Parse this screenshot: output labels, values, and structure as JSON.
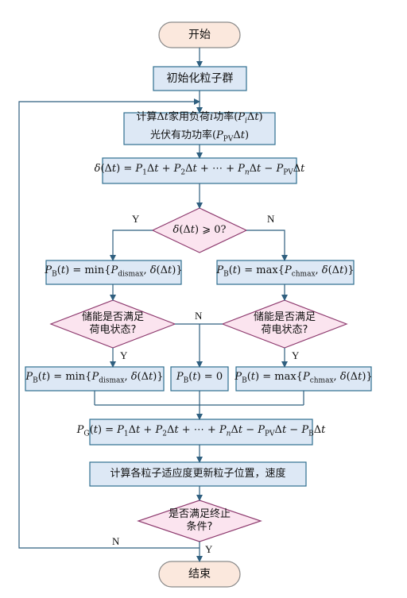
{
  "flowchart": {
    "start": "开始",
    "init": "初始化粒子群",
    "calc_line1_cn": "计算",
    "calc_line1_rest": "家用负荷",
    "calc_line1_power": "功率",
    "calc_line2_cn": "光伏有功功率",
    "delta_formula": "δ(Δt) = P1Δt + P2Δt + … + PnΔt − PPVΔt",
    "decision1": "δ(Δt) ≥ 0?",
    "left_formula": "PB(t) = min{Pdismax, δ(Δt)}",
    "right_formula": "PB(t) = max{Pchmax, δ(Δt)}",
    "storage_q_line1": "储能是否满足",
    "storage_q_line2": "荷电状态?",
    "bottom_left_formula": "PB(t) = min{Pdismax, δ(Δt)}",
    "middle_formula": "PB(t) = 0",
    "bottom_right_formula": "PB(t) = max{Pchmax, δ(Δt)}",
    "grid_formula": "PG(t) = P1Δt + P2Δt + … + PnΔt − PPVΔt − PBΔt",
    "update": "计算各粒子适应度更新粒子位置，速度",
    "stop_q_line1": "是否满足终止",
    "stop_q_line2": "条件?",
    "end": "结束",
    "labels": {
      "yes": "Y",
      "no": "N"
    }
  }
}
